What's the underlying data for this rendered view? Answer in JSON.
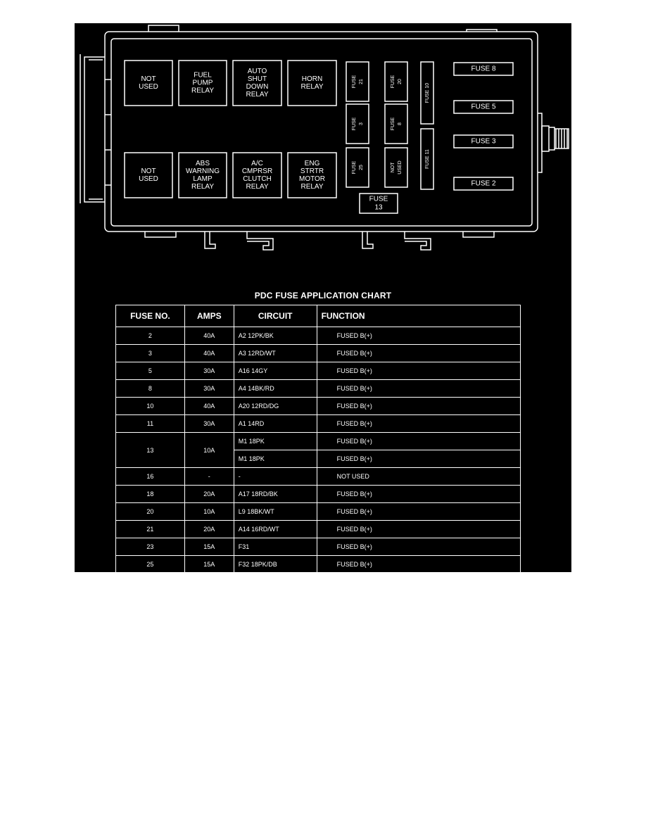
{
  "diagram": {
    "relays": [
      {
        "id": "r1",
        "lines": [
          "NOT",
          "USED"
        ]
      },
      {
        "id": "r2",
        "lines": [
          "FUEL",
          "PUMP",
          "RELAY"
        ]
      },
      {
        "id": "r3",
        "lines": [
          "AUTO",
          "SHUT",
          "DOWN",
          "RELAY"
        ]
      },
      {
        "id": "r4",
        "lines": [
          "HORN",
          "RELAY"
        ]
      },
      {
        "id": "r5",
        "lines": [
          "NOT",
          "USED"
        ]
      },
      {
        "id": "r6",
        "lines": [
          "ABS",
          "WARNING",
          "LAMP",
          "RELAY"
        ]
      },
      {
        "id": "r7",
        "lines": [
          "A/C",
          "CMPRSR",
          "CLUTCH",
          "RELAY"
        ]
      },
      {
        "id": "r8",
        "lines": [
          "ENG",
          "STRTR",
          "MOTOR",
          "RELAY"
        ]
      }
    ],
    "mini_fuses": [
      {
        "id": "f21",
        "lines": [
          "FUSE",
          "21"
        ]
      },
      {
        "id": "f20",
        "lines": [
          "FUSE",
          "20"
        ]
      },
      {
        "id": "f3v",
        "lines": [
          "FUSE",
          "3"
        ]
      },
      {
        "id": "f8v",
        "lines": [
          "FUSE",
          "8"
        ]
      },
      {
        "id": "f25",
        "lines": [
          "FUSE",
          "25"
        ]
      },
      {
        "id": "fnu",
        "lines": [
          "NOT",
          "USED"
        ]
      }
    ],
    "cartridge_fuses": [
      {
        "id": "f10",
        "label": "FUSE 10"
      },
      {
        "id": "f11",
        "label": "FUSE 11"
      }
    ],
    "maxi_fuses": [
      {
        "id": "f8",
        "label": "FUSE 8"
      },
      {
        "id": "f5",
        "label": "FUSE 5"
      },
      {
        "id": "f3",
        "label": "FUSE 3"
      },
      {
        "id": "f2",
        "label": "FUSE 2"
      }
    ],
    "fuse13_lines": [
      "FUSE",
      "13"
    ]
  },
  "chart": {
    "title": "PDC FUSE APPLICATION CHART",
    "headers": {
      "fuse_no": "FUSE NO.",
      "amps": "AMPS",
      "circuit": "CIRCUIT",
      "function": "FUNCTION"
    },
    "rows": [
      {
        "fuse": "2",
        "amps": "40A",
        "circuit": "A2 12PK/BK",
        "function": "FUSED B(+)"
      },
      {
        "fuse": "3",
        "amps": "40A",
        "circuit": "A3 12RD/WT",
        "function": "FUSED B(+)"
      },
      {
        "fuse": "5",
        "amps": "30A",
        "circuit": "A16 14GY",
        "function": "FUSED B(+)"
      },
      {
        "fuse": "8",
        "amps": "30A",
        "circuit": "A4 14BK/RD",
        "function": "FUSED B(+)"
      },
      {
        "fuse": "10",
        "amps": "40A",
        "circuit": "A20 12RD/DG",
        "function": "FUSED B(+)"
      },
      {
        "fuse": "11",
        "amps": "30A",
        "circuit": "A1 14RD",
        "function": "FUSED B(+)"
      },
      {
        "fuse": "13",
        "amps": "10A",
        "circuit": "M1 18PK",
        "function": "FUSED B(+)",
        "circuit2": "M1 18PK",
        "function2": "FUSED B(+)"
      },
      {
        "fuse": "16",
        "amps": "-",
        "circuit": "-",
        "function": "NOT USED"
      },
      {
        "fuse": "18",
        "amps": "20A",
        "circuit": "A17 18RD/BK",
        "function": "FUSED B(+)"
      },
      {
        "fuse": "20",
        "amps": "10A",
        "circuit": "L9 18BK/WT",
        "function": "FUSED B(+)"
      },
      {
        "fuse": "21",
        "amps": "20A",
        "circuit": "A14 16RD/WT",
        "function": "FUSED B(+)"
      },
      {
        "fuse": "23",
        "amps": "15A",
        "circuit": "F31",
        "function": "FUSED B(+)"
      },
      {
        "fuse": "25",
        "amps": "15A",
        "circuit": "F32 18PK/DB",
        "function": "FUSED B(+)"
      }
    ]
  }
}
